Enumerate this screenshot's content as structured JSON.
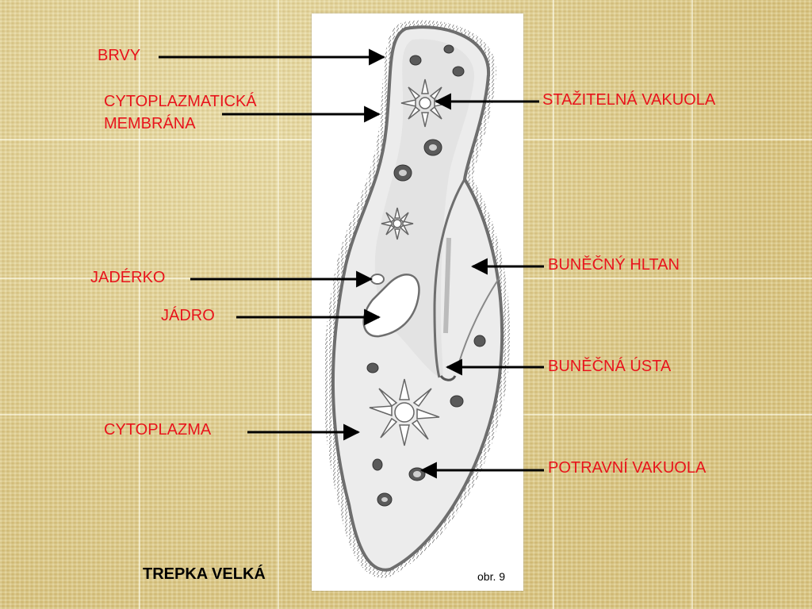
{
  "labels": {
    "brvy": "BRVY",
    "membrane_line1": "CYTOPLAZMATICKÁ",
    "membrane_line2": "MEMBRÁNA",
    "vacuole_contractile": "STAŽITELNÁ VAKUOLA",
    "nucleolus": "JADÉRKO",
    "nucleus": "JÁDRO",
    "gullet": "BUNĚČNÝ HLTAN",
    "mouth": "BUNĚČNÁ ÚSTA",
    "cytoplasm": "CYTOPLAZMA",
    "food_vacuole": "POTRAVNÍ VAKUOLA"
  },
  "title": "TREPKA VELKÁ",
  "figure_number": "obr. 9",
  "colors": {
    "label": "#e8141c",
    "arrow": "#000000",
    "background": "#dcc98a"
  }
}
